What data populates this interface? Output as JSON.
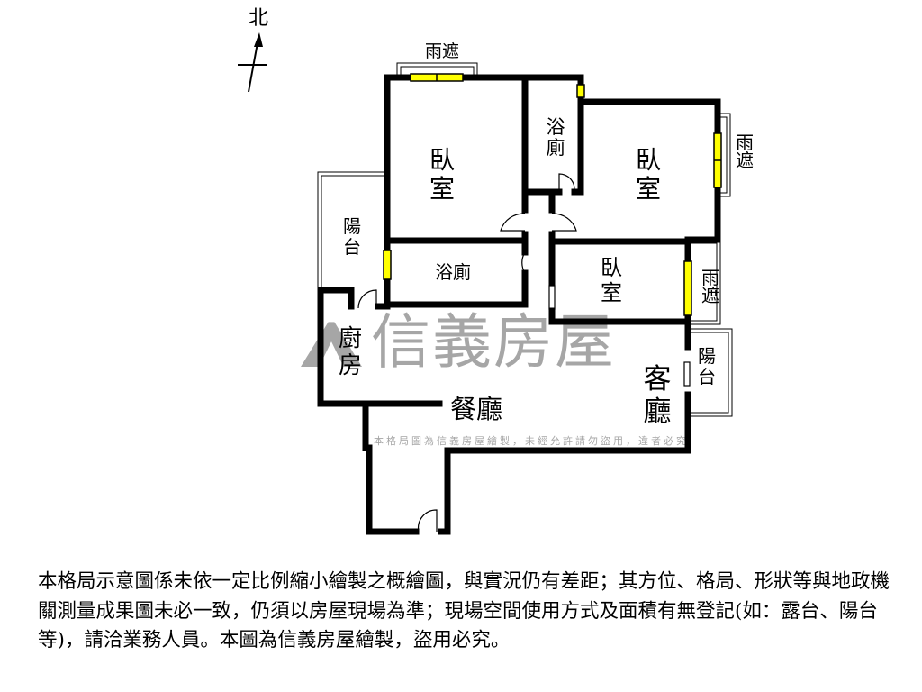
{
  "compass": {
    "label": "北"
  },
  "rooms": {
    "bedroom_1": "臥室",
    "bedroom_2": "臥室",
    "bedroom_3": "臥室",
    "bathroom_1": "浴廁",
    "bathroom_2": "浴廁",
    "balcony_west": "陽台",
    "balcony_east": "陽台",
    "canopy_north": "雨遮",
    "canopy_east": "雨遮",
    "canopy_east_2": "雨遮",
    "kitchen": "廚房",
    "dining_room": "餐廳",
    "living_room": "客廳"
  },
  "watermark": {
    "brand": "信義房屋",
    "notice": "本格局圖為信義房屋繪製，未經允許請勿盜用，違者必究"
  },
  "colors": {
    "wall": "#000000",
    "window": "#ffff00",
    "watermark": "#a6a6a6"
  },
  "disclaimer": "本格局示意圖係未依一定比例縮小繪製之概繪圖，與實況仍有差距；其方位、格局、形狀等與地政機關測量成果圖未必一致，仍須以房屋現場為準；現場空間使用方式及面積有無登記(如：露台、陽台等)，請洽業務人員。本圖為信義房屋繪製，盜用必究。"
}
